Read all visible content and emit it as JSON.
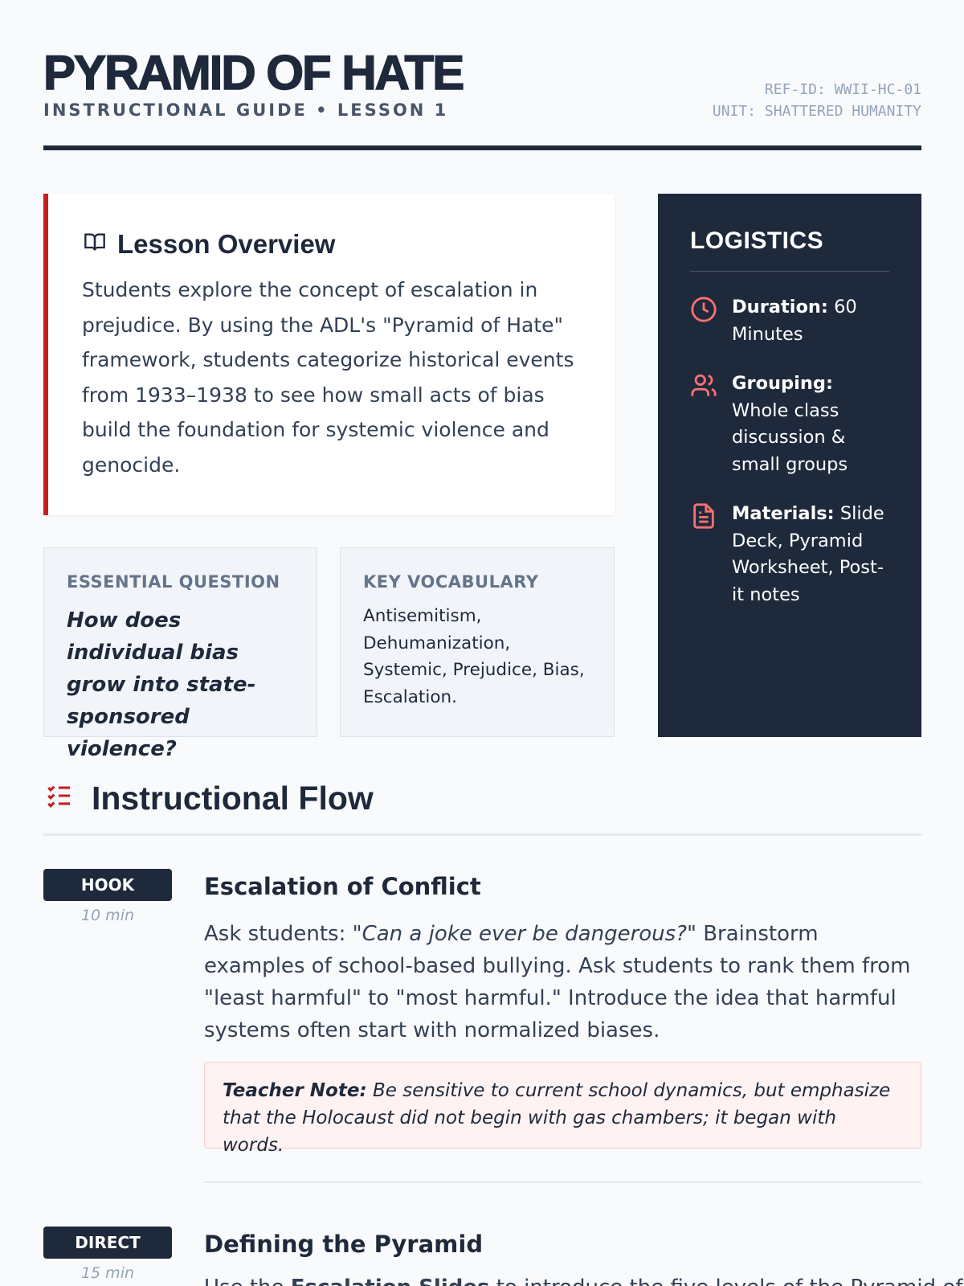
{
  "header": {
    "title": "PYRAMID OF HATE",
    "subtitle": "INSTRUCTIONAL GUIDE • LESSON 1",
    "ref_id": "REF-ID: WWII-HC-01",
    "unit": "UNIT: SHATTERED HUMANITY"
  },
  "overview": {
    "title": "Lesson Overview",
    "text": "Students explore the concept of escalation in prejudice. By using the ADL's \"Pyramid of Hate\" framework, students categorize historical events from 1933–1938 to see how small acts of bias build the foundation for systemic violence and genocide."
  },
  "essential_question": {
    "label": "ESSENTIAL QUESTION",
    "text": "How does individual bias grow into state-sponsored violence?"
  },
  "vocabulary": {
    "label": "KEY VOCABULARY",
    "text": "Antisemitism, Dehumanization, Systemic, Prejudice, Bias, Escalation."
  },
  "logistics": {
    "title": "LOGISTICS",
    "items": [
      {
        "icon": "clock-icon",
        "label": "Duration:",
        "value": " 60 Minutes"
      },
      {
        "icon": "users-icon",
        "label": "Grouping:",
        "value": " Whole class discussion & small groups"
      },
      {
        "icon": "document-icon",
        "label": "Materials:",
        "value": " Slide Deck, Pyramid Worksheet, Post-it notes"
      }
    ]
  },
  "flow": {
    "title": "Instructional Flow",
    "steps": [
      {
        "badge": "HOOK",
        "time": "10 min",
        "title": "Escalation of Conflict",
        "pre": "Ask students: ",
        "quote": "\"Can a joke ever be dangerous?\"",
        "post": " Brainstorm examples of school-based bullying. Ask students to rank them from \"least harmful\" to \"most harmful.\" Introduce the idea that harmful systems often start with normalized biases.",
        "note_label": "Teacher Note:",
        "note": " Be sensitive to current school dynamics, but emphasize that the Holocaust did not begin with gas chambers; it began with words."
      },
      {
        "badge": "DIRECT",
        "time": "15 min",
        "title": "Defining the Pyramid",
        "pre": "Use the ",
        "bold": "Escalation Slides",
        "post": " to introduce the five levels of the Pyramid of"
      }
    ]
  },
  "colors": {
    "accent": "#c81e1e",
    "navy": "#1e293b",
    "icon_red": "#f87171"
  }
}
